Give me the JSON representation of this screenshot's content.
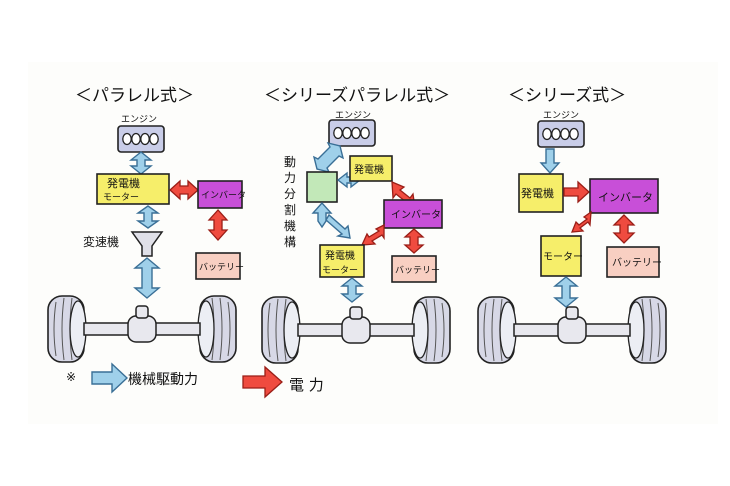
{
  "titles": {
    "parallel": "＜パラレル式＞",
    "series_parallel": "＜シリーズパラレル式＞",
    "series": "＜シリーズ式＞"
  },
  "labels": {
    "engine": "エンジン",
    "generator_motor_1": "発電機",
    "generator_motor_2": "モーター",
    "generator": "発電機",
    "motor": "モーター",
    "inverter": "インバータ",
    "battery": "バッテリー",
    "transmission": "変速機",
    "power_split": [
      "動",
      "力",
      "分",
      "割",
      "機",
      "構"
    ]
  },
  "legend": {
    "note": "※",
    "mechanical": "機械駆動力",
    "electric": "電 力"
  },
  "colors": {
    "engine": "#c9cde8",
    "generator": "#f6ee6a",
    "inverter": "#c84fd8",
    "battery": "#f8cfc2",
    "split": "#c2e8b8",
    "mech_arrow": "#9fd0ea",
    "elec_arrow": "#ef4b3f"
  }
}
